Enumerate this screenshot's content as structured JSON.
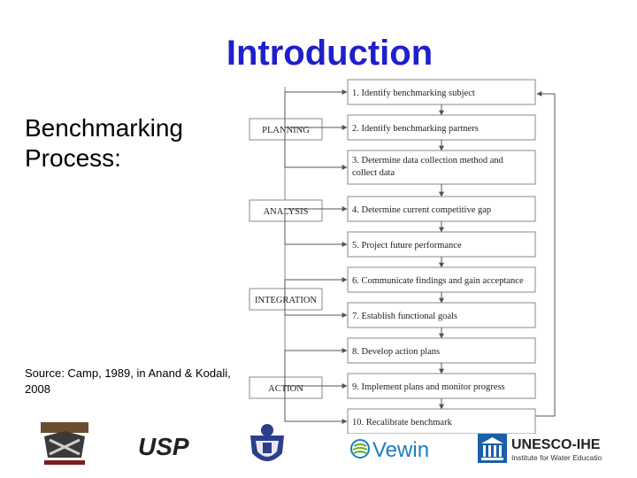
{
  "slide": {
    "title": "Introduction",
    "lead": "Benchmarking Process:",
    "source": "Source: Camp, 1989, in Anand & Kodali, 2008"
  },
  "diagram": {
    "phases": [
      "PLANNING",
      "ANALYSIS",
      "INTEGRATION",
      "ACTION"
    ],
    "steps": [
      [
        "1. Identify benchmarking subject"
      ],
      [
        "2. Identify benchmarking partners"
      ],
      [
        "3. Determine data collection method and",
        "collect data"
      ],
      [
        "4. Determine current competitive gap"
      ],
      [
        "5. Project future performance"
      ],
      [
        "6. Communicate findings and gain acceptance"
      ],
      [
        "7. Establish functional goals"
      ],
      [
        "8. Develop action plans"
      ],
      [
        "9. Implement plans and monitor progress"
      ],
      [
        "10. Recalibrate benchmark"
      ]
    ]
  },
  "logos": {
    "usp": "USP",
    "vewin": "Vewin",
    "unesco_name": "UNESCO-IHE",
    "unesco_sub": "Institute for Water Education",
    "icons": [
      "institute-emblem-icon",
      "university-crest-icon",
      "vewin-globe-icon",
      "unesco-temple-icon"
    ]
  },
  "colors": {
    "title": "#1f1fcc",
    "vewin": "#1a7fc0",
    "unesco": "#1a5fa8",
    "line": "#8a8a8a"
  }
}
